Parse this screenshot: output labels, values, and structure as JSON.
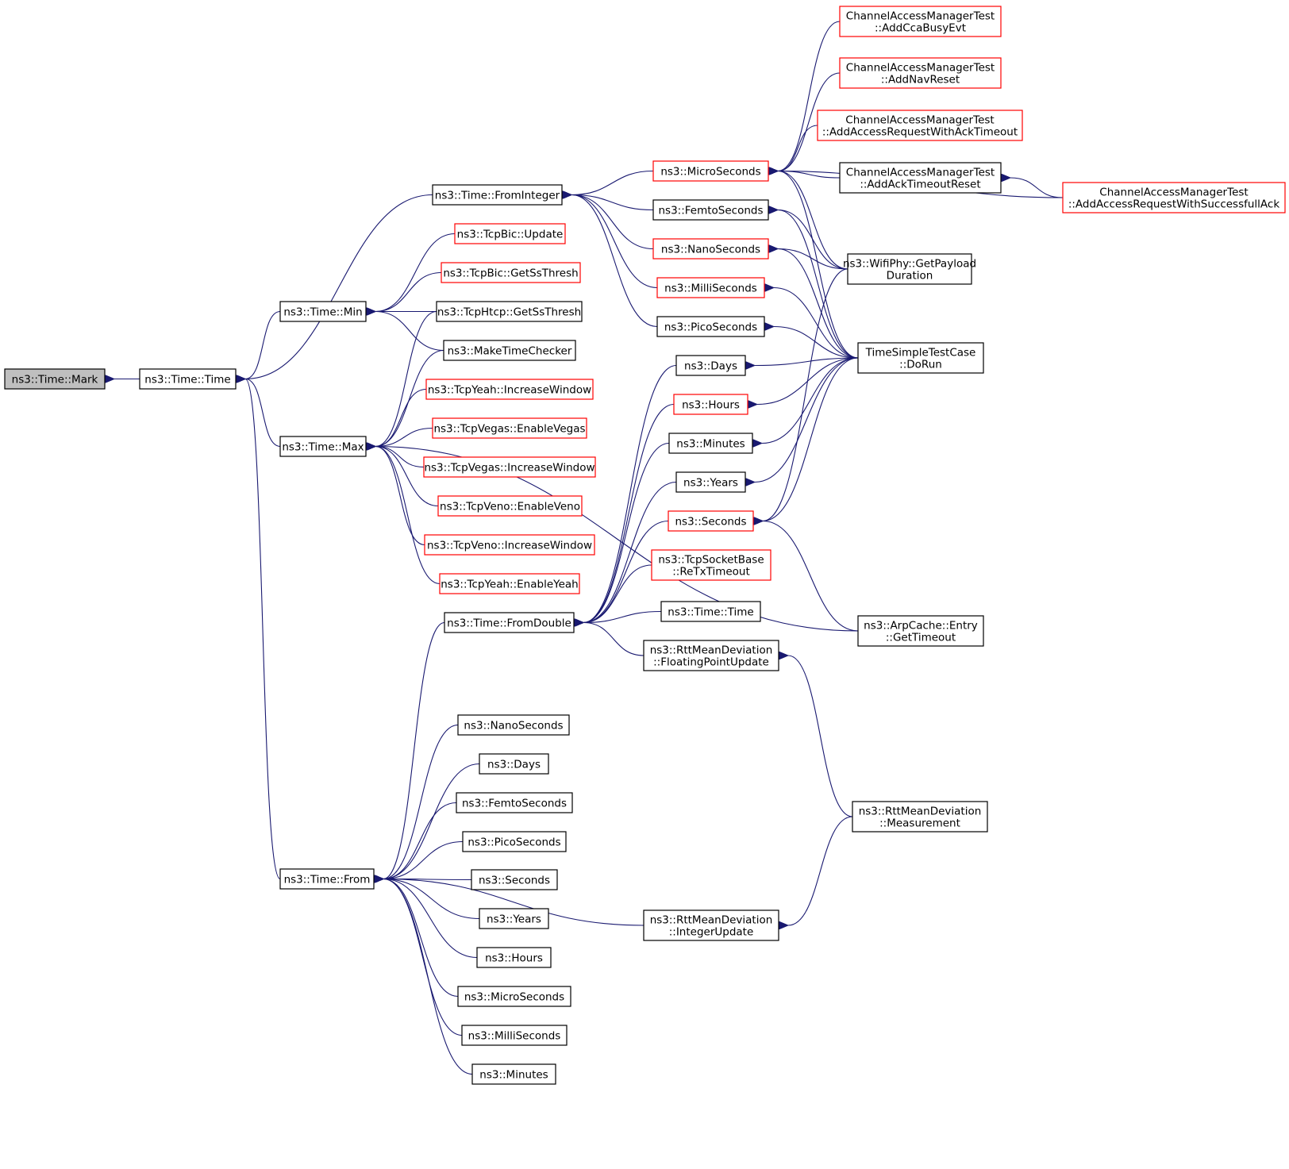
{
  "colors": {
    "edge": "#191970",
    "border_normal": "#000000",
    "border_truncated": "#ff0000",
    "fill_normal": "#ffffff",
    "fill_focus": "#bfbfbf"
  },
  "nodes": [
    {
      "id": "mark",
      "lines": [
        "ns3::Time::Mark"
      ],
      "style": "focus"
    },
    {
      "id": "time",
      "lines": [
        "ns3::Time::Time"
      ],
      "style": "normal"
    },
    {
      "id": "fromint",
      "lines": [
        "ns3::Time::FromInteger"
      ],
      "style": "normal"
    },
    {
      "id": "min",
      "lines": [
        "ns3::Time::Min"
      ],
      "style": "normal"
    },
    {
      "id": "max",
      "lines": [
        "ns3::Time::Max"
      ],
      "style": "normal"
    },
    {
      "id": "from",
      "lines": [
        "ns3::Time::From"
      ],
      "style": "normal"
    },
    {
      "id": "bicupd",
      "lines": [
        "ns3::TcpBic::Update"
      ],
      "style": "truncated"
    },
    {
      "id": "bicss",
      "lines": [
        "ns3::TcpBic::GetSsThresh"
      ],
      "style": "truncated"
    },
    {
      "id": "htcpss",
      "lines": [
        "ns3::TcpHtcp::GetSsThresh"
      ],
      "style": "normal"
    },
    {
      "id": "mtc",
      "lines": [
        "ns3::MakeTimeChecker"
      ],
      "style": "normal"
    },
    {
      "id": "yeahinc",
      "lines": [
        "ns3::TcpYeah::IncreaseWindow"
      ],
      "style": "truncated"
    },
    {
      "id": "vegasen",
      "lines": [
        "ns3::TcpVegas::EnableVegas"
      ],
      "style": "truncated"
    },
    {
      "id": "vegasinc",
      "lines": [
        "ns3::TcpVegas::IncreaseWindow"
      ],
      "style": "truncated"
    },
    {
      "id": "venoen",
      "lines": [
        "ns3::TcpVeno::EnableVeno"
      ],
      "style": "truncated"
    },
    {
      "id": "venoinc",
      "lines": [
        "ns3::TcpVeno::IncreaseWindow"
      ],
      "style": "truncated"
    },
    {
      "id": "yeahen",
      "lines": [
        "ns3::TcpYeah::EnableYeah"
      ],
      "style": "truncated"
    },
    {
      "id": "fromdbl",
      "lines": [
        "ns3::Time::FromDouble"
      ],
      "style": "normal"
    },
    {
      "id": "ns_b",
      "lines": [
        "ns3::NanoSeconds"
      ],
      "style": "normal"
    },
    {
      "id": "days_b",
      "lines": [
        "ns3::Days"
      ],
      "style": "normal"
    },
    {
      "id": "fs_b",
      "lines": [
        "ns3::FemtoSeconds"
      ],
      "style": "normal"
    },
    {
      "id": "ps_b",
      "lines": [
        "ns3::PicoSeconds"
      ],
      "style": "normal"
    },
    {
      "id": "sec_b",
      "lines": [
        "ns3::Seconds"
      ],
      "style": "normal"
    },
    {
      "id": "years_b",
      "lines": [
        "ns3::Years"
      ],
      "style": "normal"
    },
    {
      "id": "hours_b",
      "lines": [
        "ns3::Hours"
      ],
      "style": "normal"
    },
    {
      "id": "us_b",
      "lines": [
        "ns3::MicroSeconds"
      ],
      "style": "normal"
    },
    {
      "id": "ms_b",
      "lines": [
        "ns3::MilliSeconds"
      ],
      "style": "normal"
    },
    {
      "id": "min_b",
      "lines": [
        "ns3::Minutes"
      ],
      "style": "normal"
    },
    {
      "id": "us",
      "lines": [
        "ns3::MicroSeconds"
      ],
      "style": "truncated"
    },
    {
      "id": "fs",
      "lines": [
        "ns3::FemtoSeconds"
      ],
      "style": "normal"
    },
    {
      "id": "ns",
      "lines": [
        "ns3::NanoSeconds"
      ],
      "style": "truncated"
    },
    {
      "id": "ms",
      "lines": [
        "ns3::MilliSeconds"
      ],
      "style": "truncated"
    },
    {
      "id": "ps",
      "lines": [
        "ns3::PicoSeconds"
      ],
      "style": "normal"
    },
    {
      "id": "days",
      "lines": [
        "ns3::Days"
      ],
      "style": "normal"
    },
    {
      "id": "hours",
      "lines": [
        "ns3::Hours"
      ],
      "style": "truncated"
    },
    {
      "id": "minutes",
      "lines": [
        "ns3::Minutes"
      ],
      "style": "normal"
    },
    {
      "id": "years",
      "lines": [
        "ns3::Years"
      ],
      "style": "normal"
    },
    {
      "id": "seconds",
      "lines": [
        "ns3::Seconds"
      ],
      "style": "truncated"
    },
    {
      "id": "retx",
      "lines": [
        "ns3::TcpSocketBase",
        "::ReTxTimeout"
      ],
      "style": "truncated"
    },
    {
      "id": "time2",
      "lines": [
        "ns3::Time::Time"
      ],
      "style": "normal"
    },
    {
      "id": "rttfpu",
      "lines": [
        "ns3::RttMeanDeviation",
        "::FloatingPointUpdate"
      ],
      "style": "normal"
    },
    {
      "id": "rttiu",
      "lines": [
        "ns3::RttMeanDeviation",
        "::IntegerUpdate"
      ],
      "style": "normal"
    },
    {
      "id": "cca",
      "lines": [
        "ChannelAccessManagerTest",
        "::AddCcaBusyEvt"
      ],
      "style": "truncated"
    },
    {
      "id": "nav",
      "lines": [
        "ChannelAccessManagerTest",
        "::AddNavReset"
      ],
      "style": "truncated"
    },
    {
      "id": "arwat",
      "lines": [
        "ChannelAccessManagerTest",
        "::AddAccessRequestWithAckTimeout"
      ],
      "style": "truncated"
    },
    {
      "id": "atr",
      "lines": [
        "ChannelAccessManagerTest",
        "::AddAckTimeoutReset"
      ],
      "style": "normal"
    },
    {
      "id": "arws",
      "lines": [
        "ChannelAccessManagerTest",
        "::AddAccessRequestWithSuccessfullAck"
      ],
      "style": "truncated"
    },
    {
      "id": "wifi",
      "lines": [
        "ns3::WifiPhy::GetPayload",
        "Duration"
      ],
      "style": "normal"
    },
    {
      "id": "tstc",
      "lines": [
        "TimeSimpleTestCase",
        "::DoRun"
      ],
      "style": "normal"
    },
    {
      "id": "arp",
      "lines": [
        "ns3::ArpCache::Entry",
        "::GetTimeout"
      ],
      "style": "normal"
    },
    {
      "id": "rttmeas",
      "lines": [
        "ns3::RttMeanDeviation",
        "::Measurement"
      ],
      "style": "normal"
    }
  ],
  "edges": [
    [
      "mark",
      "time"
    ],
    [
      "time",
      "fromint"
    ],
    [
      "time",
      "min"
    ],
    [
      "time",
      "max"
    ],
    [
      "time",
      "from"
    ],
    [
      "fromint",
      "us"
    ],
    [
      "fromint",
      "fs"
    ],
    [
      "fromint",
      "ns"
    ],
    [
      "fromint",
      "ms"
    ],
    [
      "fromint",
      "ps"
    ],
    [
      "min",
      "bicupd"
    ],
    [
      "min",
      "bicss"
    ],
    [
      "min",
      "htcpss"
    ],
    [
      "min",
      "mtc"
    ],
    [
      "max",
      "htcpss"
    ],
    [
      "max",
      "mtc"
    ],
    [
      "max",
      "yeahinc"
    ],
    [
      "max",
      "vegasen"
    ],
    [
      "max",
      "vegasinc"
    ],
    [
      "max",
      "venoen"
    ],
    [
      "max",
      "venoinc"
    ],
    [
      "max",
      "yeahen"
    ],
    [
      "max",
      "arp"
    ],
    [
      "from",
      "fromdbl"
    ],
    [
      "from",
      "ns_b"
    ],
    [
      "from",
      "days_b"
    ],
    [
      "from",
      "fs_b"
    ],
    [
      "from",
      "ps_b"
    ],
    [
      "from",
      "sec_b"
    ],
    [
      "from",
      "years_b"
    ],
    [
      "from",
      "hours_b"
    ],
    [
      "from",
      "us_b"
    ],
    [
      "from",
      "ms_b"
    ],
    [
      "from",
      "min_b"
    ],
    [
      "from",
      "rttiu"
    ],
    [
      "fromdbl",
      "days"
    ],
    [
      "fromdbl",
      "hours"
    ],
    [
      "fromdbl",
      "minutes"
    ],
    [
      "fromdbl",
      "years"
    ],
    [
      "fromdbl",
      "seconds"
    ],
    [
      "fromdbl",
      "retx"
    ],
    [
      "fromdbl",
      "time2"
    ],
    [
      "fromdbl",
      "rttfpu"
    ],
    [
      "us",
      "cca"
    ],
    [
      "us",
      "nav"
    ],
    [
      "us",
      "arwat"
    ],
    [
      "us",
      "atr"
    ],
    [
      "us",
      "arws"
    ],
    [
      "us",
      "wifi"
    ],
    [
      "us",
      "tstc"
    ],
    [
      "atr",
      "arws"
    ],
    [
      "fs",
      "wifi"
    ],
    [
      "fs",
      "tstc"
    ],
    [
      "ns",
      "wifi"
    ],
    [
      "ns",
      "tstc"
    ],
    [
      "ms",
      "tstc"
    ],
    [
      "ps",
      "tstc"
    ],
    [
      "days",
      "tstc"
    ],
    [
      "hours",
      "tstc"
    ],
    [
      "minutes",
      "tstc"
    ],
    [
      "years",
      "tstc"
    ],
    [
      "seconds",
      "tstc"
    ],
    [
      "seconds",
      "wifi"
    ],
    [
      "seconds",
      "arp"
    ],
    [
      "rttfpu",
      "rttmeas"
    ],
    [
      "rttiu",
      "rttmeas"
    ]
  ]
}
